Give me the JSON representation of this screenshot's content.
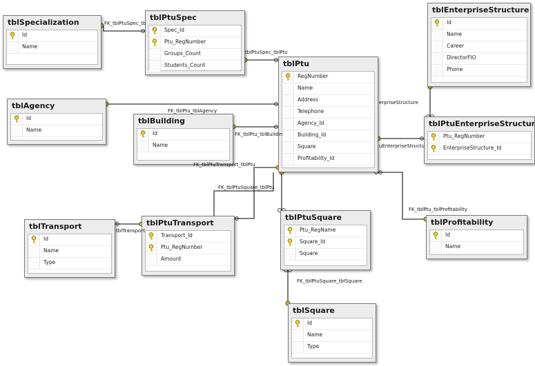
{
  "diagram": {
    "tables": [
      {
        "id": "tblSpecialization",
        "title": "tblSpecialization",
        "columns": [
          {
            "name": "Id",
            "pk": true
          },
          {
            "name": "Name",
            "pk": false
          }
        ]
      },
      {
        "id": "tblPtuSpec",
        "title": "tblPtuSpec",
        "columns": [
          {
            "name": "Spec_Id",
            "pk": true
          },
          {
            "name": "Ptu_RegNumber",
            "pk": true
          },
          {
            "name": "Groups_Count",
            "pk": false
          },
          {
            "name": "Students_Count",
            "pk": false
          }
        ]
      },
      {
        "id": "tblEnterpriseStructure",
        "title": "tblEnterpriseStructure",
        "columns": [
          {
            "name": "Id",
            "pk": true
          },
          {
            "name": "Name",
            "pk": false
          },
          {
            "name": "Career",
            "pk": false
          },
          {
            "name": "DirectorFIO",
            "pk": false
          },
          {
            "name": "Phone",
            "pk": false
          }
        ]
      },
      {
        "id": "tblPtu",
        "title": "tblPtu",
        "columns": [
          {
            "name": "RegNumber",
            "pk": true
          },
          {
            "name": "Name",
            "pk": false
          },
          {
            "name": "Address",
            "pk": false
          },
          {
            "name": "Telephone",
            "pk": false
          },
          {
            "name": "Agency_Id",
            "pk": false
          },
          {
            "name": "Building_Id",
            "pk": false
          },
          {
            "name": "Square",
            "pk": false
          },
          {
            "name": "Profitability_Id",
            "pk": false
          }
        ]
      },
      {
        "id": "tblAgency",
        "title": "tblAgency",
        "columns": [
          {
            "name": "Id",
            "pk": true
          },
          {
            "name": "Name",
            "pk": false
          }
        ]
      },
      {
        "id": "tblBuilding",
        "title": "tblBuilding",
        "columns": [
          {
            "name": "Id",
            "pk": true
          },
          {
            "name": "Name",
            "pk": false
          }
        ]
      },
      {
        "id": "tblPtuEnterpriseStructure",
        "title": "tblPtuEnterpriseStructure",
        "columns": [
          {
            "name": "Ptu_RegNumber",
            "pk": true
          },
          {
            "name": "EnterpriseStructure_Id",
            "pk": true
          }
        ]
      },
      {
        "id": "tblTransport",
        "title": "tblTransport",
        "columns": [
          {
            "name": "Id",
            "pk": true
          },
          {
            "name": "Name",
            "pk": false
          },
          {
            "name": "Type",
            "pk": false
          }
        ]
      },
      {
        "id": "tblPtuTransport",
        "title": "tblPtuTransport",
        "columns": [
          {
            "name": "Transport_Id",
            "pk": true
          },
          {
            "name": "Ptu_RegNumber",
            "pk": true
          },
          {
            "name": "Amount",
            "pk": false
          }
        ]
      },
      {
        "id": "tblPtuSquare",
        "title": "tblPtuSquare",
        "columns": [
          {
            "name": "Ptu_RegName",
            "pk": true
          },
          {
            "name": "Square_Id",
            "pk": true
          },
          {
            "name": "Square",
            "pk": false
          }
        ]
      },
      {
        "id": "tblProfitability",
        "title": "tblProfitability",
        "columns": [
          {
            "name": "Id",
            "pk": true
          },
          {
            "name": "Name",
            "pk": false
          }
        ]
      },
      {
        "id": "tblSquare",
        "title": "tblSquare",
        "columns": [
          {
            "name": "Id",
            "pk": true
          },
          {
            "name": "Name",
            "pk": false
          },
          {
            "name": "Type",
            "pk": false
          }
        ]
      }
    ],
    "relationships": [
      {
        "id": "rel-ptuspec-spec",
        "label": "FK_tblPtuSpec_tb"
      },
      {
        "id": "rel-ptuspec-ptu",
        "label": "tblPtuSpec_tblPtu"
      },
      {
        "id": "rel-ptu-agency",
        "label": "FK_tblPtu_tblAgency"
      },
      {
        "id": "rel-ptu-building",
        "label": "FK_tblPtu_tblBuildin"
      },
      {
        "id": "rel-ptu-enterprise",
        "label": "erpriseStructure"
      },
      {
        "id": "rel-ptuenterprise-ptu",
        "label": "uEnterpriseStructu"
      },
      {
        "id": "rel-ptutransport-ptu",
        "label": "FK_tblPtuTransport_tblPtu"
      },
      {
        "id": "rel-ptusquare-ptu",
        "label": "FK_tblPtuSquare_tblPtu"
      },
      {
        "id": "rel-ptutransport-transport",
        "label": "tblTransport"
      },
      {
        "id": "rel-ptu-profitability",
        "label": "FK_tblPtu_tblProfitability"
      },
      {
        "id": "rel-ptusquare-square",
        "label": "FK_tblPtuSquare_tblSquare"
      }
    ]
  }
}
